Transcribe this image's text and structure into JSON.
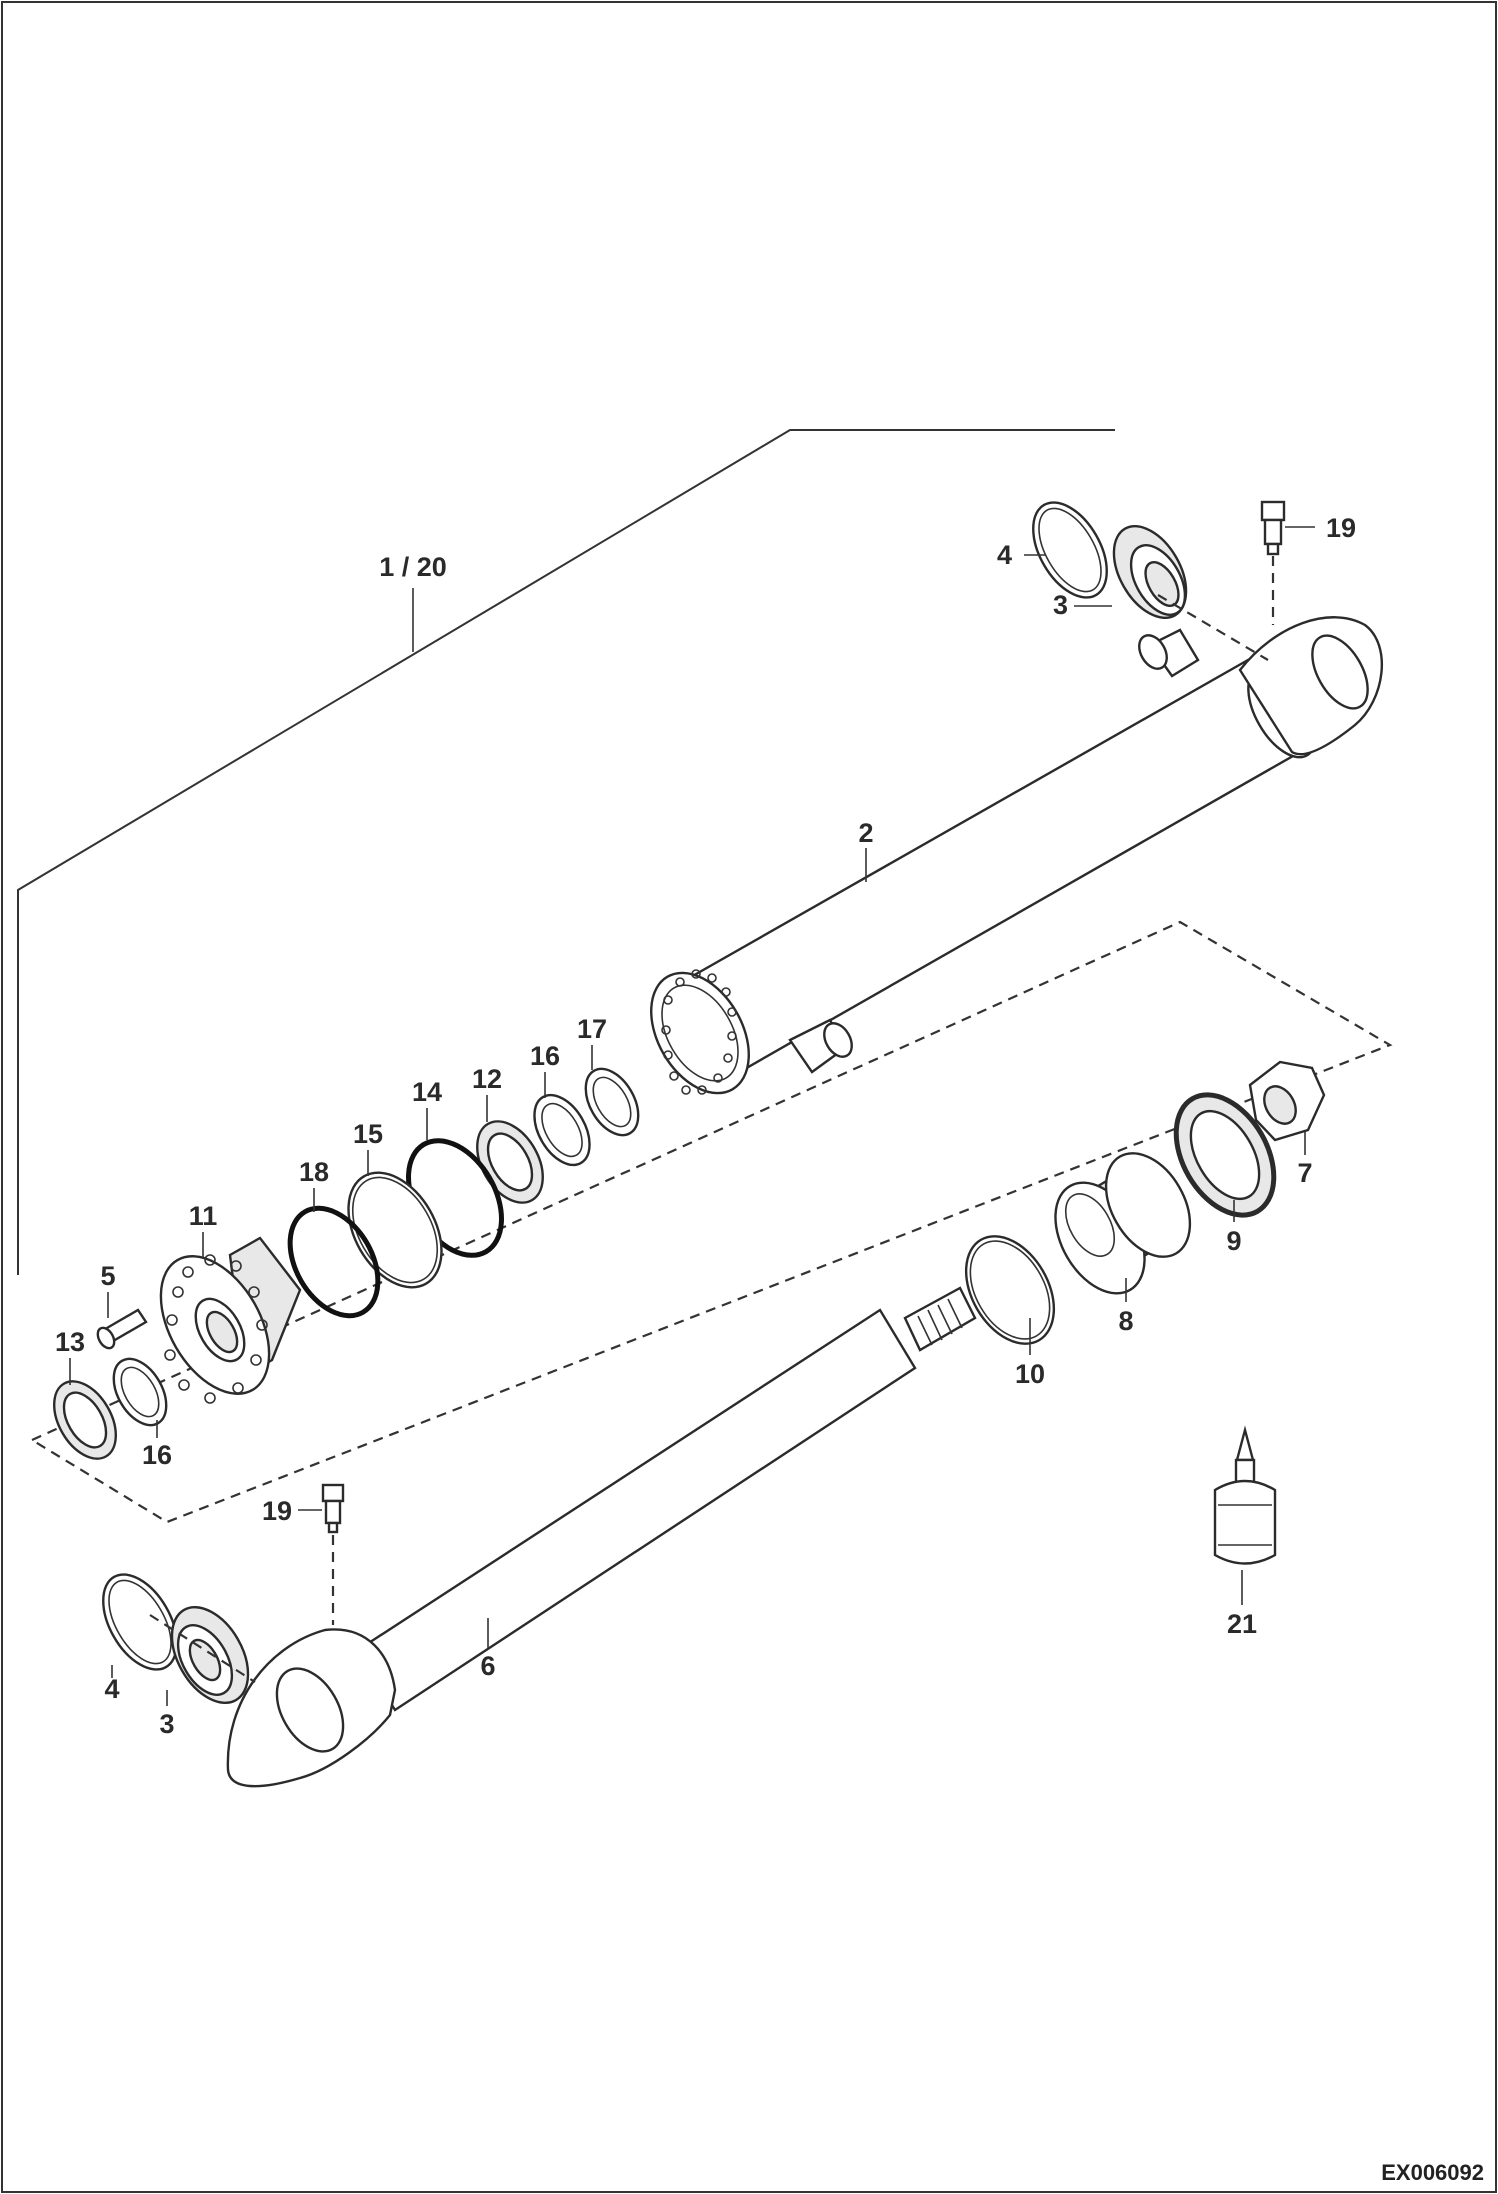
{
  "drawing_code": "EX006092",
  "assembly_label": "1 / 20",
  "callouts": {
    "p2": "2",
    "p3a": "3",
    "p3b": "3",
    "p4a": "4",
    "p4b": "4",
    "p5": "5",
    "p6": "6",
    "p7": "7",
    "p8": "8",
    "p9": "9",
    "p10": "10",
    "p11": "11",
    "p12": "12",
    "p13": "13",
    "p14": "14",
    "p15": "15",
    "p16a": "16",
    "p16b": "16",
    "p17": "17",
    "p18": "18",
    "p19a": "19",
    "p19b": "19",
    "p21": "21"
  }
}
